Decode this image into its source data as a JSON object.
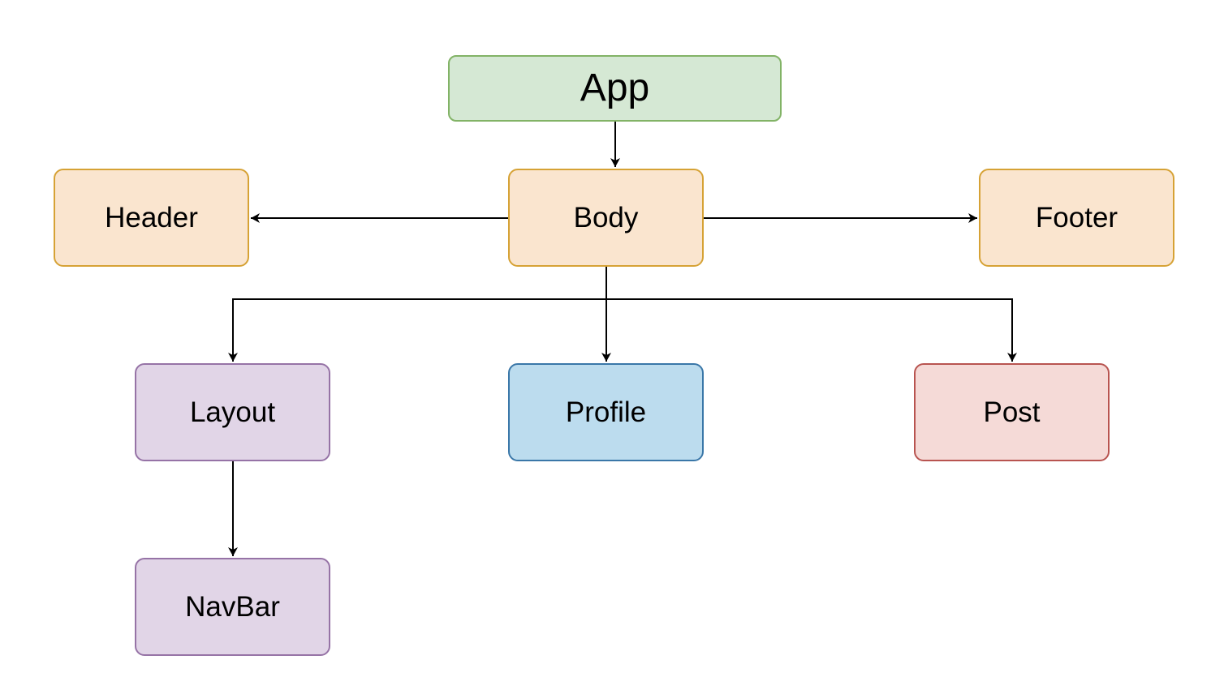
{
  "colors": {
    "app": {
      "fill": "#d5e8d4",
      "stroke": "#82b366"
    },
    "orange": {
      "fill": "#fae5cf",
      "stroke": "#d6a235"
    },
    "purple": {
      "fill": "#e1d5e7",
      "stroke": "#9673a6"
    },
    "blue": {
      "fill": "#bcdcee",
      "stroke": "#3a77a8"
    },
    "red": {
      "fill": "#f5dad7",
      "stroke": "#b85450"
    },
    "edge": "#000000"
  },
  "nodes": {
    "app": {
      "label": "App",
      "color": "app"
    },
    "header": {
      "label": "Header",
      "color": "orange"
    },
    "body": {
      "label": "Body",
      "color": "orange"
    },
    "footer": {
      "label": "Footer",
      "color": "orange"
    },
    "layout": {
      "label": "Layout",
      "color": "purple"
    },
    "profile": {
      "label": "Profile",
      "color": "blue"
    },
    "post": {
      "label": "Post",
      "color": "red"
    },
    "navbar": {
      "label": "NavBar",
      "color": "purple"
    }
  },
  "edges": [
    {
      "from": "App",
      "to": "Body"
    },
    {
      "from": "Body",
      "to": "Header"
    },
    {
      "from": "Body",
      "to": "Footer"
    },
    {
      "from": "Body",
      "to": "Layout"
    },
    {
      "from": "Body",
      "to": "Profile"
    },
    {
      "from": "Body",
      "to": "Post"
    },
    {
      "from": "Layout",
      "to": "NavBar"
    }
  ]
}
